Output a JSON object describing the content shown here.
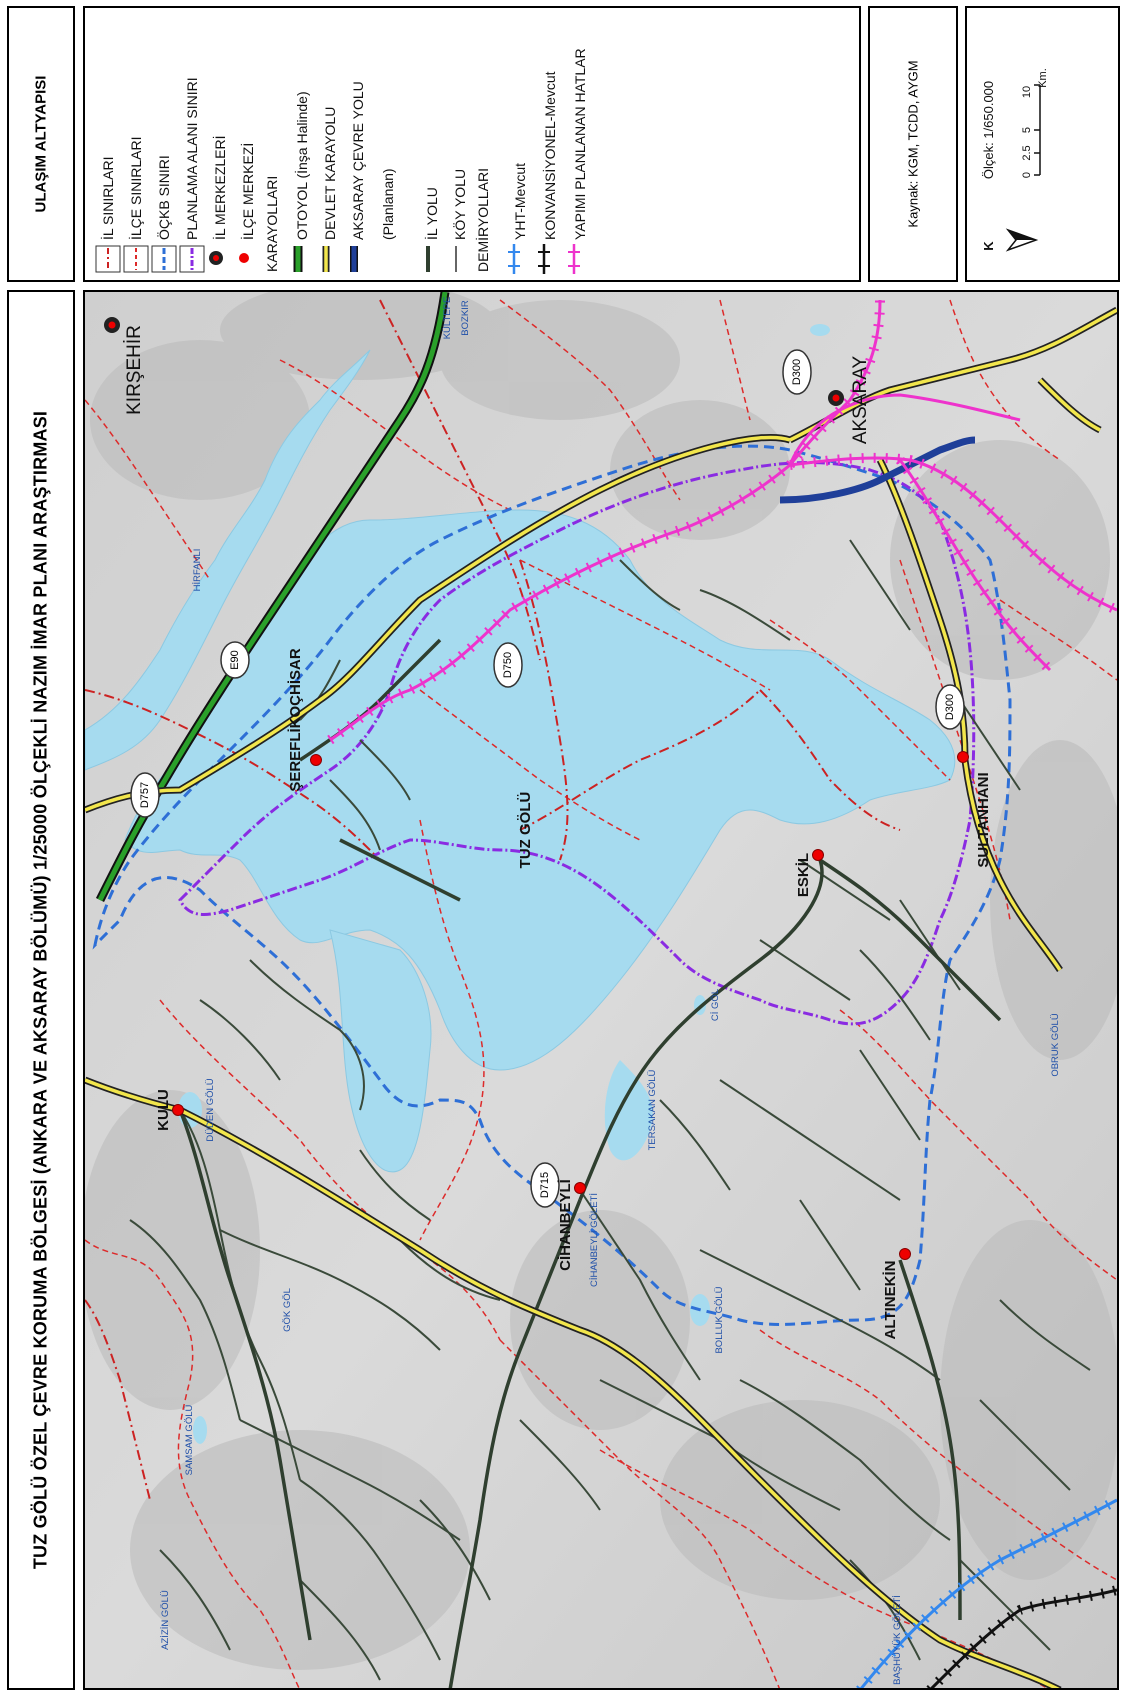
{
  "title": "TUZ GÖLÜ ÖZEL ÇEVRE KORUMA BÖLGESİ (ANKARA VE AKSARAY BÖLÜMÜ) 1/25000 ÖLÇEKLİ NAZIM İMAR PLANI ARAŞTIRMASI",
  "legend": {
    "title": "ULAŞIM ALTYAPISI",
    "items": [
      {
        "label": "İL SINIRLARI",
        "symbol": "il-siniri"
      },
      {
        "label": "İLÇE SINIRLARI",
        "symbol": "ilce-siniri"
      },
      {
        "label": "ÖÇKB SINIRI",
        "symbol": "ockb-siniri"
      },
      {
        "label": "PLANLAMA ALANI SINIRI",
        "symbol": "planlama-siniri"
      },
      {
        "label": "İL MERKEZLERİ",
        "symbol": "il-merkezi"
      },
      {
        "label": "İLÇE MERKEZİ",
        "symbol": "ilce-merkezi"
      }
    ],
    "group_karayollari": "KARAYOLLARI",
    "road_items": [
      {
        "label": "OTOYOL (İnşa Halinde)",
        "symbol": "otoyol"
      },
      {
        "label": "DEVLET  KARAYOLU",
        "symbol": "devlet"
      },
      {
        "label": "AKSARAY ÇEVRE YOLU",
        "symbol": "cevre-yolu"
      },
      {
        "label": "(Planlanan)",
        "symbol": "none"
      },
      {
        "label": "İL YOLU",
        "symbol": "il-yolu"
      },
      {
        "label": "KÖY YOLU",
        "symbol": "koy-yolu"
      }
    ],
    "group_demiryollari": "DEMİRYOLLARI",
    "rail_items": [
      {
        "label": "YHT-Mevcut",
        "symbol": "yht"
      },
      {
        "label": "KONVANSİYONEL-Mevcut",
        "symbol": "konv"
      },
      {
        "label": "YAPIMI PLANLANAN HATLAR",
        "symbol": "planlanan"
      }
    ]
  },
  "source": "Kaynak: KGM, TCDD, AYGM",
  "scale": {
    "label": "Ölçek: 1/650.000",
    "ticks": [
      "0",
      "2.5",
      "5",
      "10"
    ],
    "unit": "Km.",
    "north": "K"
  },
  "colors": {
    "lake": "#a6dbef",
    "il_boundary": "#cc2222",
    "ilce_boundary": "#dd2a2a",
    "ockb": "#2e6fd6",
    "planning": "#8a2be2",
    "motorway": "#2aa02a",
    "state_road": "#f2e64c",
    "ring_road": "#1f3f99",
    "il_road": "#2f3f2f",
    "rail_planned": "#ee33cc",
    "rail_yht": "#3388ee",
    "rail_conv": "#111111"
  },
  "map": {
    "lake_label": "TUZ GÖLÜ",
    "cities": [
      {
        "name": "KIRŞEHİR",
        "type": "il"
      },
      {
        "name": "AKSARAY",
        "type": "il"
      },
      {
        "name": "ŞEREFLİKOÇHİSAR",
        "type": "ilce"
      },
      {
        "name": "KULU",
        "type": "ilce"
      },
      {
        "name": "CİHANBEYLİ",
        "type": "ilce"
      },
      {
        "name": "ESKİL",
        "type": "ilce"
      },
      {
        "name": "SULTANHANI",
        "type": "ilce"
      },
      {
        "name": "ALTINEKİN",
        "type": "ilce"
      }
    ],
    "road_shields": [
      "D757",
      "E90",
      "D750",
      "D300",
      "D300",
      "D715"
    ],
    "water_labels": [
      "HİRFANLI",
      "DÜDEN GÖLÜ",
      "SAMSAM GÖLÜ",
      "GÖK GÖL",
      "AZİZİN GÖLÜ",
      "TERSAKAN GÖLÜ",
      "Cİ GÖL",
      "CİHANBEYLİ GÖLETİ",
      "BOLLUK GÖLÜ",
      "OBRUK GÖLÜ",
      "BAŞHÜYÜK GÖLETİ"
    ],
    "place_labels": [
      "KÜLTEPE",
      "BOZKIR"
    ]
  }
}
